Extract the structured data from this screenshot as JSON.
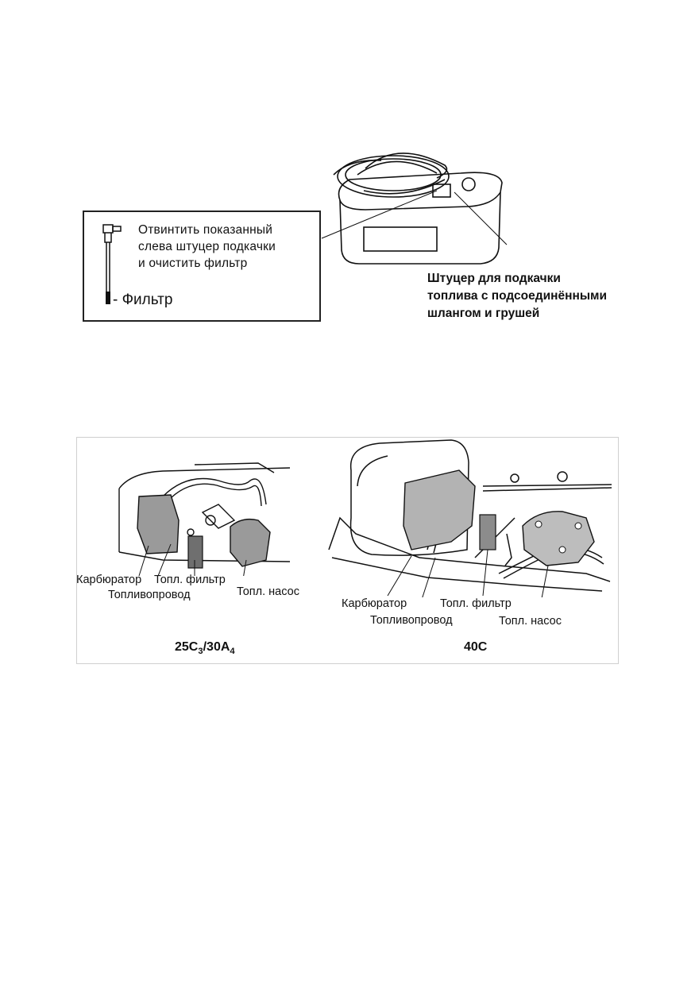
{
  "figure1": {
    "box_lines": [
      "Отвинтить показанный",
      "слева штуцер подкачки",
      "и очистить фильтр"
    ],
    "filter_label": "Фильтр",
    "callout_lines": [
      "Штуцер для подкачки",
      "топлива с подсоединёнными",
      "шлангом и грушей"
    ]
  },
  "figure2": {
    "left": {
      "labels": {
        "carburetor": "Карбюратор",
        "fuel_filter": "Топл. фильтр",
        "fuel_line": "Топливопровод",
        "fuel_pump": "Топл. насос"
      },
      "caption": {
        "base1": "25C",
        "sub1": "3",
        "mid": "/30A",
        "sub2": "4"
      }
    },
    "right": {
      "labels": {
        "carburetor": "Карбюратор",
        "fuel_filter": "Топл. фильтр",
        "fuel_line": "Топливопровод",
        "fuel_pump": "Топл. насос"
      },
      "caption": "40C"
    }
  }
}
